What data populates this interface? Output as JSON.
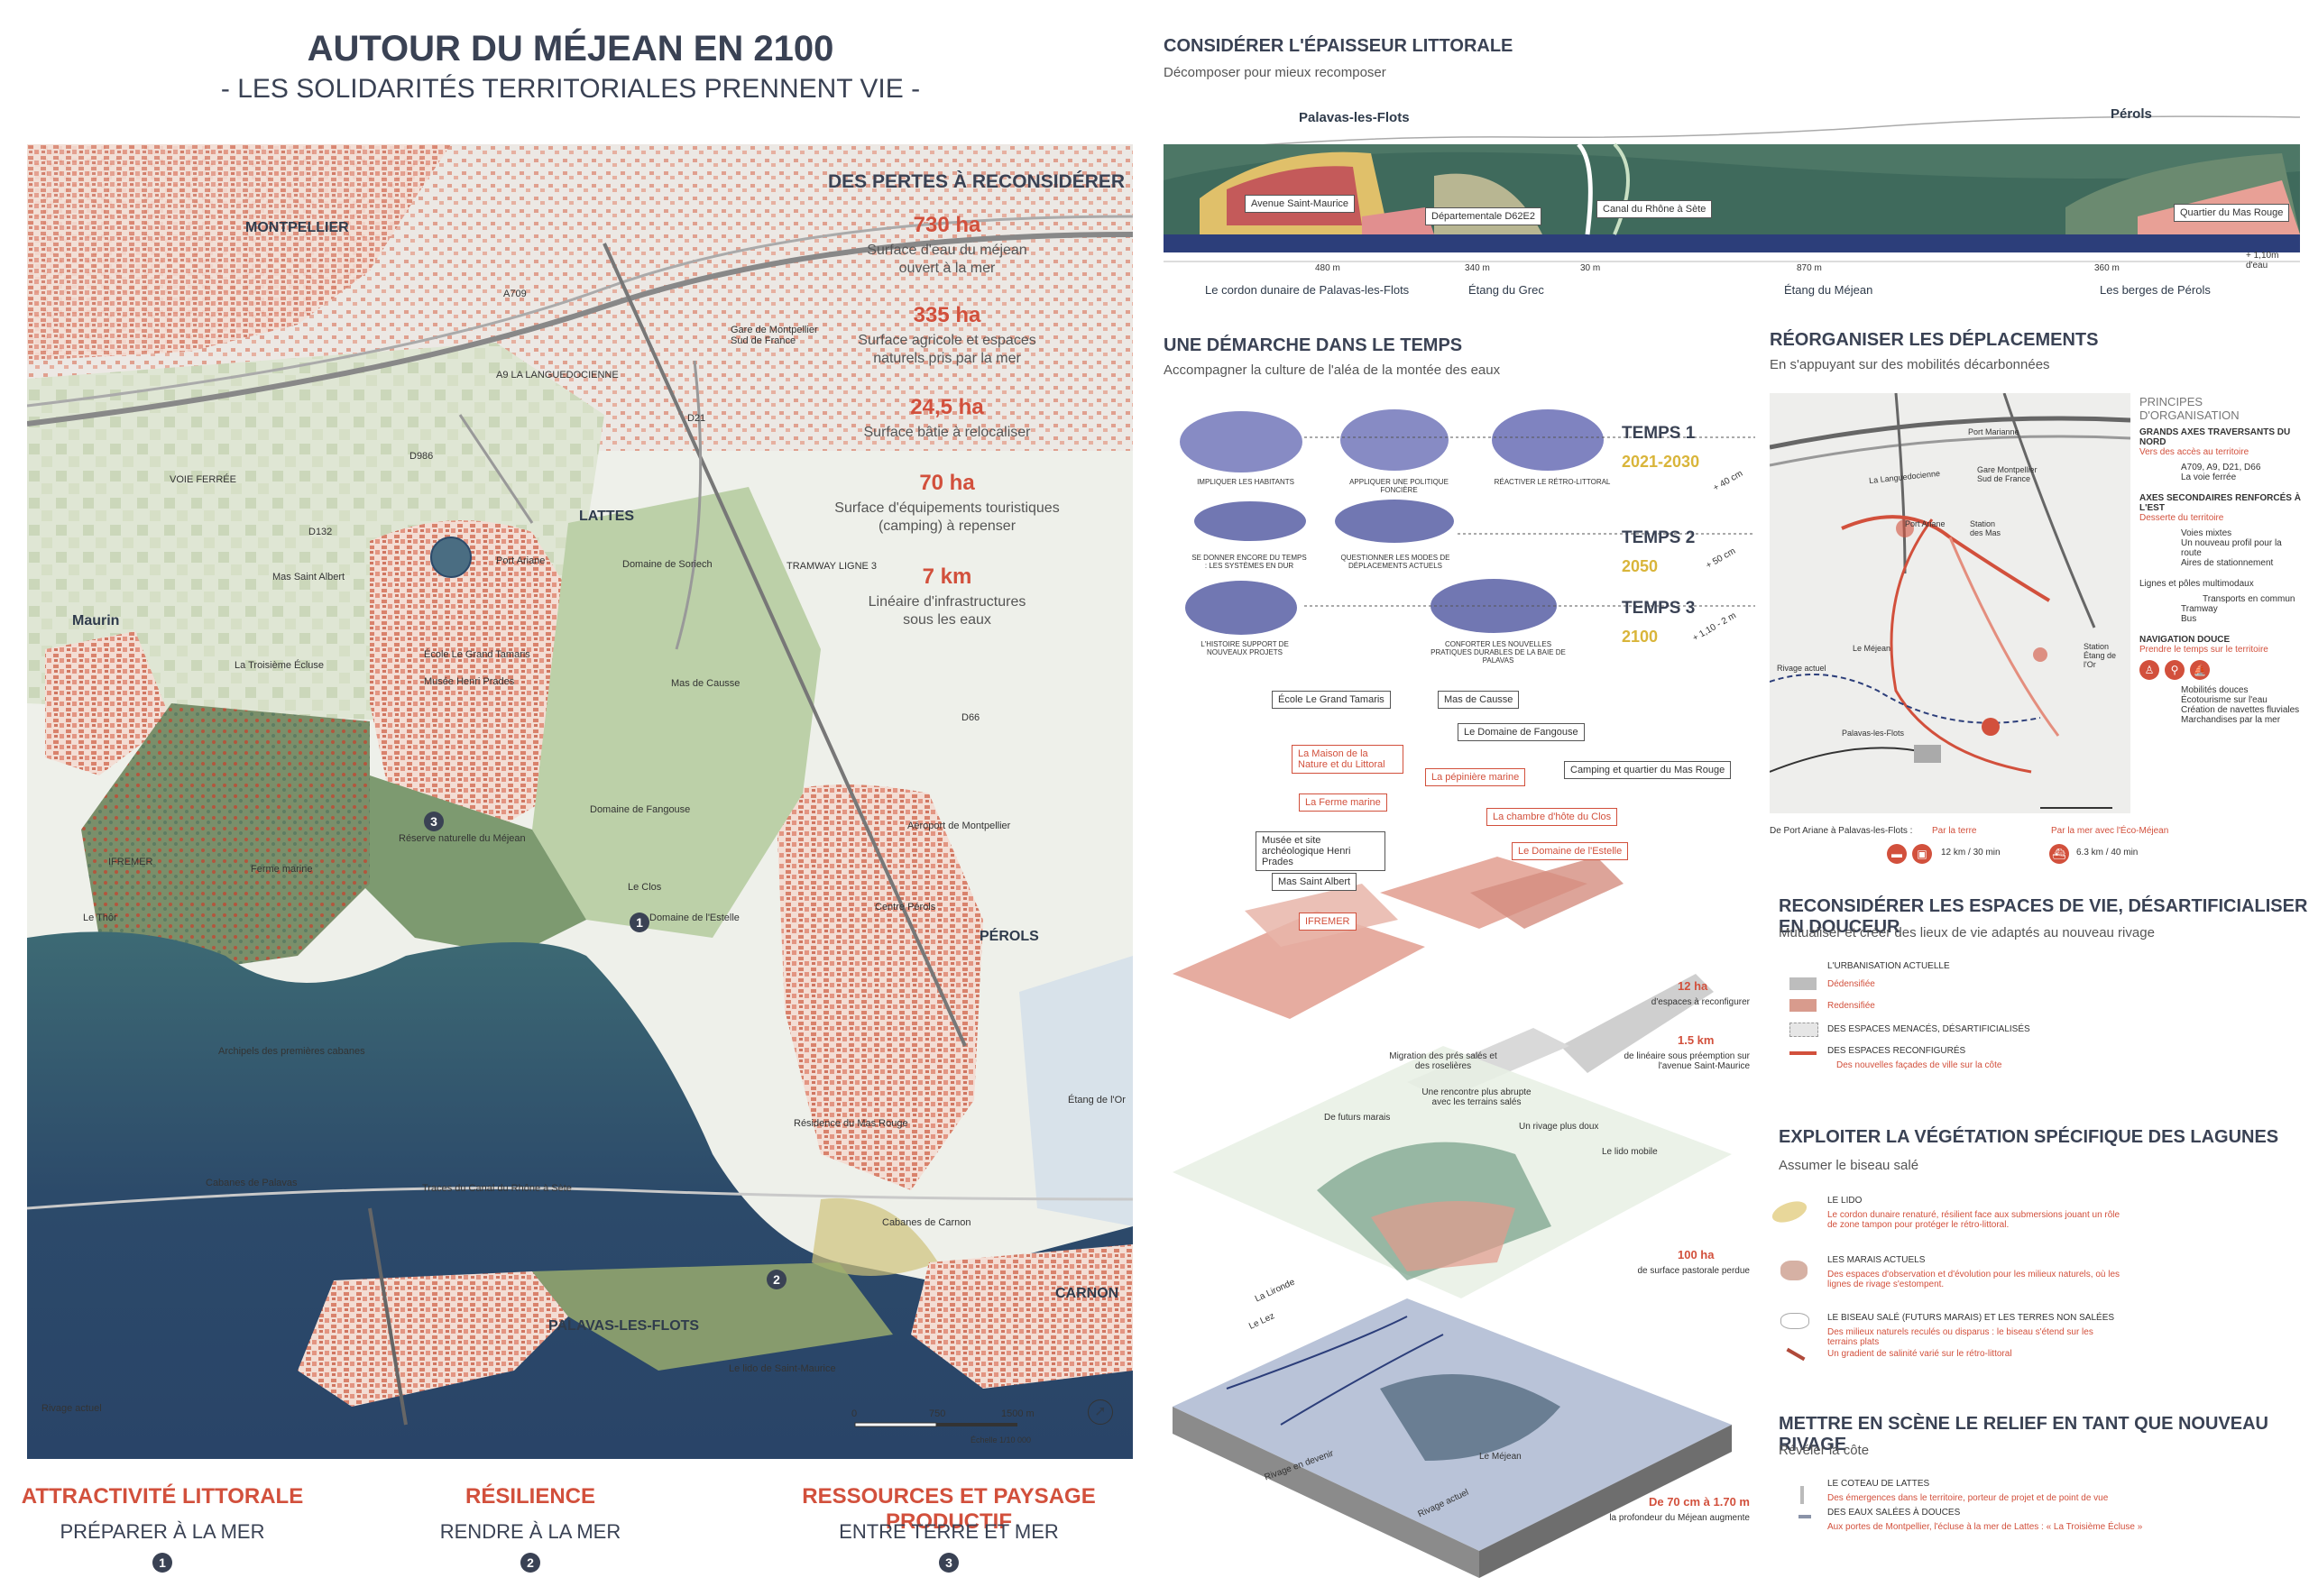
{
  "poster": {
    "title": "AUTOUR DU MÉJEAN EN 2100",
    "subtitle": "- LES SOLIDARITÉS TERRITORIALES PRENNENT VIE -"
  },
  "losses": {
    "heading": "DES PERTES À RECONSIDÉRER",
    "items": [
      {
        "value": "730 ha",
        "desc1": "Surface d'eau du méjean",
        "desc2": "ouvert à la mer"
      },
      {
        "value": "335 ha",
        "desc1": "Surface agricole et espaces",
        "desc2": "naturels pris par la mer"
      },
      {
        "value": "24,5 ha",
        "desc1": "Surface bâtie à relocaliser",
        "desc2": ""
      },
      {
        "value": "70 ha",
        "desc1": "Surface d'équipements touristiques",
        "desc2": "(camping) à repenser"
      },
      {
        "value": "7 km",
        "desc1": "Linéaire d'infrastructures",
        "desc2": "sous les eaux"
      }
    ]
  },
  "map": {
    "places": {
      "montpellier": "MONTPELLIER",
      "lattes": "LATTES",
      "maurin": "Maurin",
      "perols": "PÉROLS",
      "palavas": "PALAVAS-LES-FLOTS",
      "carnon": "CARNON"
    },
    "labels": {
      "gare": "Gare de Montpellier Sud de France",
      "a9": "A9  LA LANGUEDOCIENNE",
      "a709": "A709",
      "voie": "VOIE FERRÉE",
      "d21": "D21",
      "d986": "D986",
      "d132": "D132",
      "d66": "D66",
      "tram": "TRAMWAY LIGNE 3",
      "port_ariane": "Port Ariane",
      "mas_st_albert": "Mas Saint Albert",
      "troisieme_ecluse": "La Troisième Écluse",
      "ecole": "École Le Grand Tamaris",
      "musee": "Musée Henri Prades",
      "domaine_soriech": "Domaine de Soriech",
      "mas_causse": "Mas de Causse",
      "reserve": "Réserve naturelle du Méjean",
      "domaine_fangouse": "Domaine de Fangouse",
      "aeroport": "Aéroport de Montpellier",
      "ifremer": "IFREMER",
      "ferme_marine": "Ferme marine",
      "le_thor": "Le Thôr",
      "le_clos": "Le Clos",
      "domaine_estelle": "Domaine de l'Estelle",
      "centre_perols": "Centre Pérols",
      "archipels": "Archipels des premières cabanes",
      "residence": "Résidence du Mas Rouge",
      "etang_or": "Étang de l'Or",
      "cabanes_palavas": "Cabanes de Palavas",
      "traces_canal": "Traces du Canal du Rhône à Sète",
      "cabanes_carnon": "Cabanes de Carnon",
      "lido": "Le lido de Saint-Maurice",
      "rivage": "Rivage actuel",
      "echelle": "Échelle 1/10 000",
      "s0": "0",
      "s750": "750",
      "s1500": "1500 m"
    }
  },
  "themes": [
    {
      "head": "ATTRACTIVITÉ LITTORALE",
      "sub": "PRÉPARER À LA MER",
      "num": "1"
    },
    {
      "head": "RÉSILIENCE",
      "sub": "RENDRE À LA MER",
      "num": "2"
    },
    {
      "head": "RESSOURCES ET PAYSAGE PRODUCTIF",
      "sub": "ENTRE TERRE ET MER",
      "num": "3"
    }
  ],
  "section1": {
    "title": "CONSIDÉRER L'ÉPAISSEUR LITTORALE",
    "subtitle": "Décomposer pour mieux recomposer",
    "palavas": "Palavas-les-Flots",
    "perols": "Pérols",
    "avenue": "Avenue Saint-Maurice",
    "departementale": "Départementale D62E2",
    "canal": "Canal du Rhône à Sète",
    "quartier": "Quartier du Mas Rouge",
    "d480": "480 m",
    "d340": "340 m",
    "d30": "30 m",
    "d870": "870 m",
    "d360": "360 m",
    "level": "+ 1,10m d'eau",
    "c1": "Le cordon dunaire de Palavas-les-Flots",
    "c2": "Étang du Grec",
    "c3": "Étang du Méjean",
    "c4": "Les berges de Pérols"
  },
  "section2": {
    "title": "UNE DÉMARCHE DANS LE TEMPS",
    "subtitle": "Accompagner la culture de l'aléa de la montée des eaux",
    "temps": [
      {
        "label": "TEMPS 1",
        "years": "2021-2030",
        "rise": "+ 40 cm"
      },
      {
        "label": "TEMPS 2",
        "years": "2050",
        "rise": "+ 50 cm"
      },
      {
        "label": "TEMPS 3",
        "years": "2100",
        "rise": "+ 1,10 - 2 m"
      }
    ],
    "captions": [
      "IMPLIQUER LES HABITANTS",
      "APPLIQUER UNE POLITIQUE FONCIÈRE",
      "RÉACTIVER LE RÉTRO-LITTORAL",
      "SE DONNER ENCORE DU TEMPS : LES SYSTÈMES EN DUR",
      "QUESTIONNER LES MODES DE DÉPLACEMENTS ACTUELS",
      "L'HISTOIRE SUPPORT DE NOUVEAUX PROJETS",
      "CONFORTER LES NOUVELLES PRATIQUES DURABLES DE LA BAIE DE PALAVAS"
    ]
  },
  "section3": {
    "title": "RÉORGANISER LES DÉPLACEMENTS",
    "subtitle": "En s'appuyant sur des mobilités décarbonnées",
    "principes": "PRINCIPES D'ORGANISATION",
    "g1": "GRANDS AXES TRAVERSANTS DU NORD",
    "g1r": "Vers des accès au territoire",
    "g1a": "A709, A9, D21, D66",
    "g1b": "La voie ferrée",
    "g2": "AXES SECONDAIRES RENFORCÉS À L'EST",
    "g2r": "Desserte du territoire",
    "g2a": "Voies mixtes",
    "g2b": "Un nouveau profil pour la route",
    "g2c": "Aires de stationnement",
    "g3": "Lignes et pôles multimodaux",
    "g3a": "Transports en commun",
    "g3b": "Tramway",
    "g3c": "Bus",
    "g4": "NAVIGATION DOUCE",
    "g4r": "Prendre le temps sur le territoire",
    "g4a": "Mobilités douces",
    "g4b": "Écotourisme sur l'eau",
    "g4c": "Création de navettes fluviales",
    "g4d": "Marchandises par la mer",
    "route": "De Port Ariane à Palavas-les-Flots :",
    "terre": "Par la terre",
    "terre_v": "12 km / 30 min",
    "mer": "Par la mer avec l'Éco-Méjean",
    "mer_v": "6.3 km / 40 min",
    "m_port_marianne": "Port Marianne",
    "m_gare": "Gare Montpellier Sud de France",
    "m_port_ariane": "Port Ariane",
    "m_station_mas": "Station des Mas",
    "m_lang": "La Languedocienne",
    "m_mejean": "Le Méjean",
    "m_station_etang": "Station Étang de l'Or",
    "m_rivage": "Rivage actuel",
    "m_palavas": "Palavas-les-Flots"
  },
  "axo": {
    "labels": [
      "École Le Grand Tamaris",
      "Mas de Causse",
      "Le Domaine de Fangouse",
      "La Maison de la Nature et du Littoral",
      "La pépinière marine",
      "Camping et quartier du Mas Rouge",
      "La Ferme marine",
      "La chambre d'hôte du Clos",
      "Musée et site archéologique Henri Prades",
      "Le Domaine de l'Estelle",
      "Mas Saint Albert",
      "IFREMER"
    ],
    "n12": "12 ha",
    "n12d": "d'espaces à reconfigurer",
    "n15": "1.5 km",
    "n15d": "de linéaire sous préemption sur l'avenue Saint-Maurice",
    "n100": "100 ha",
    "n100d": "de surface pastorale perdue",
    "n70": "De 70 cm à 1.70 m",
    "n70d": "la profondeur du Méjean augmente",
    "a1": "Migration des prés salés et des roselières",
    "a2": "Une rencontre plus abrupte avec les terrains salés",
    "a3": "De futurs marais",
    "a4": "Un rivage plus doux",
    "a5": "Le lido mobile",
    "b1": "La Lironde",
    "b2": "Le Lez",
    "b3": "Le Méjean",
    "b4": "Rivage en devenir",
    "b5": "Rivage actuel"
  },
  "section4": {
    "title": "RECONSIDÉRER LES ESPACES DE VIE, DÉSARTIFICIALISER EN DOUCEUR",
    "subtitle": "Mutualiser et créer des lieux de vie adaptés au nouveau rivage",
    "l1": "L'URBANISATION ACTUELLE",
    "l1a": "Dédensifiée",
    "l1b": "Redensifiée",
    "l2": "DES ESPACES MENACÉS, DÉSARTIFICIALISÉS",
    "l3": "DES ESPACES RECONFIGURÉS",
    "l3r": "Des nouvelles façades de ville sur la côte"
  },
  "section5": {
    "title": "EXPLOITER LA VÉGÉTATION SPÉCIFIQUE DES LAGUNES",
    "subtitle": "Assumer le biseau salé",
    "l1": "LE LIDO",
    "l1r": "Le cordon dunaire renaturé, résilient face aux submersions jouant un rôle de zone tampon pour protéger le rétro-littoral.",
    "l2": "LES MARAIS ACTUELS",
    "l2r": "Des espaces d'observation et d'évolution pour les milieux naturels, où les lignes de rivage s'estompent.",
    "l3": "LE BISEAU SALÉ (FUTURS MARAIS) ET LES TERRES NON SALÉES",
    "l3r": "Des milieux naturels reculés ou disparus : le biseau s'étend sur les terrains plats",
    "l3b": "Un gradient de salinité varié sur le rétro-littoral"
  },
  "section6": {
    "title": "METTRE EN SCÈNE LE RELIEF EN TANT QUE NOUVEAU RIVAGE",
    "subtitle": "Révéler la côte",
    "l1": "LE COTEAU DE LATTES",
    "l1r": "Des émergences dans le territoire, porteur de projet et de point de vue",
    "l2": "DES EAUX SALÉES À DOUCES",
    "l2r": "Aux portes de Montpellier, l'écluse à la mer de Lattes : « La Troisième Écluse »"
  },
  "colors": {
    "accent": "#d2503c",
    "ink": "#3a4254",
    "gold": "#d9b53a",
    "sea": "#2c4a6a",
    "urban": "#e39582"
  }
}
